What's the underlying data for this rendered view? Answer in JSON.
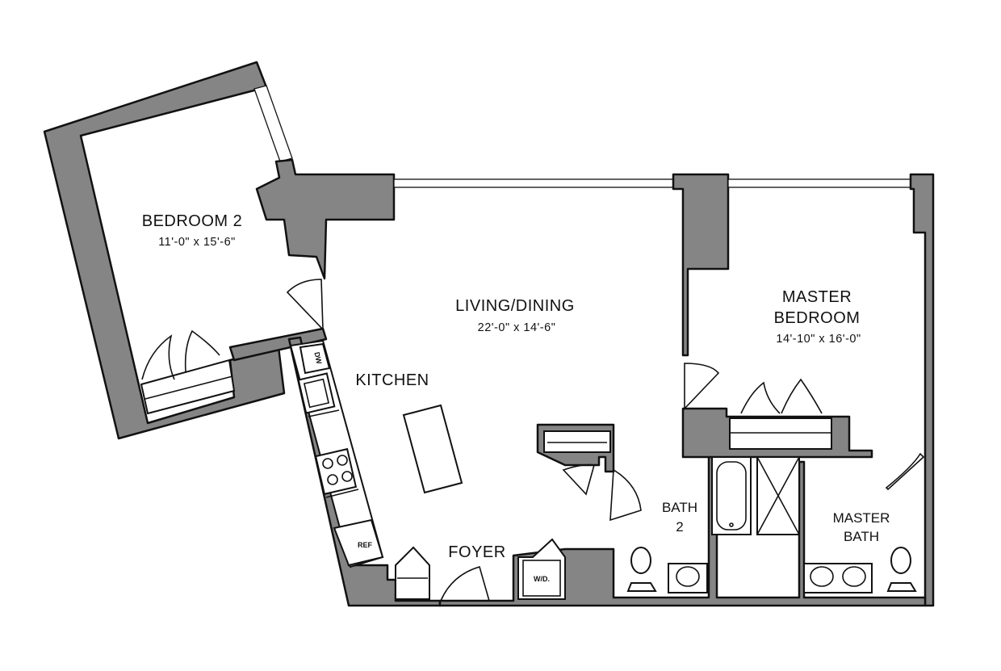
{
  "rooms": {
    "bedroom2": {
      "name": "BEDROOM 2",
      "dims": "11'-0\" x 15'-6\""
    },
    "living": {
      "name": "LIVING/DINING",
      "dims": "22'-0\" x 14'-6\""
    },
    "master": {
      "name_line1": "MASTER",
      "name_line2": "BEDROOM",
      "dims": "14'-10\" x 16'-0\""
    },
    "kitchen": {
      "name": "KITCHEN"
    },
    "foyer": {
      "name": "FOYER"
    },
    "bath2": {
      "name_line1": "BATH",
      "name_line2": "2"
    },
    "master_bath": {
      "name_line1": "MASTER",
      "name_line2": "BATH"
    }
  },
  "appliances": {
    "dishwasher": "DW",
    "refrigerator": "REF",
    "washer_dryer": "W/D."
  }
}
